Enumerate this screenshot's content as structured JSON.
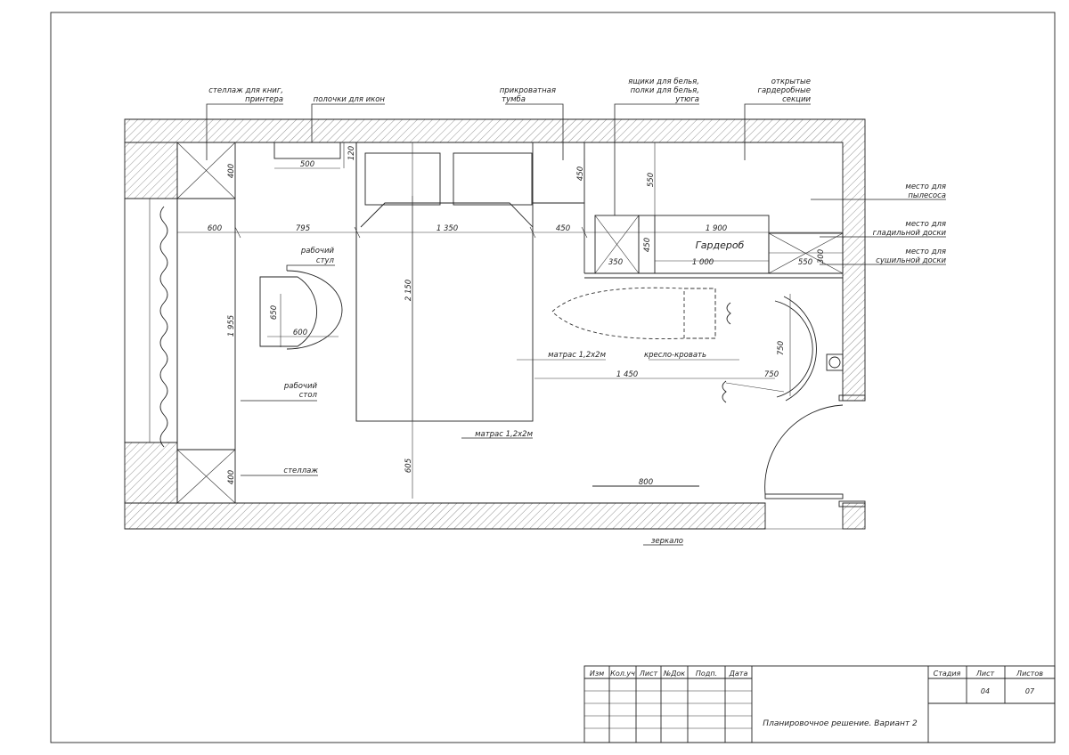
{
  "labels": {
    "shelving_books": [
      "стеллаж для книг,",
      "принтера"
    ],
    "icon_shelves": "полочки для икон",
    "bedside": [
      "прикроватная",
      "тумба"
    ],
    "linen_drawers": [
      "ящики для белья,",
      "полки для белья,",
      "утюга"
    ],
    "open_wardrobe": [
      "открытые",
      "гардеробные",
      "секции"
    ],
    "vacuum": [
      "место для",
      "пылесоса"
    ],
    "ironing_board": [
      "место для",
      "гладильной доски"
    ],
    "drying_board": [
      "место для",
      "сушильной доски"
    ],
    "work_chair": [
      "рабочий",
      "стул"
    ],
    "work_desk": [
      "рабочий",
      "стол"
    ],
    "shelving": "стеллаж",
    "wardrobe": "Гардероб",
    "mattress_1": "матрас 1,2х2м",
    "mattress_2": "матрас 1,2х2м",
    "chair_bed": "кресло-кровать",
    "mirror": "зеркало"
  },
  "dimensions": {
    "d400_top": "400",
    "d400_bottom": "400",
    "d500": "500",
    "d120": "120",
    "d450_vert": "450",
    "d550": "550",
    "d600": "600",
    "d795": "795",
    "d1350": "1 350",
    "d450_horiz": "450",
    "d1900": "1 900",
    "d450_wardrobe": "450",
    "d350": "350",
    "d1000": "1 000",
    "d550_small": "550",
    "d300": "300",
    "d2150": "2 150",
    "d1955": "1 955",
    "d650": "650",
    "d600_chair": "600",
    "d1450": "1 450",
    "d750_vert": "750",
    "d750_horiz": "750",
    "d605": "605",
    "d800": "800"
  },
  "title_block": {
    "headers": [
      "Изм",
      "Кол.уч",
      "Лист",
      "№Док",
      "Подп.",
      "Дата"
    ],
    "stage_header": "Стадия",
    "sheet_header": "Лист",
    "sheets_header": "Листов",
    "sheet_value": "04",
    "sheets_value": "07",
    "title": "Планировочное решение. Вариант 2"
  }
}
